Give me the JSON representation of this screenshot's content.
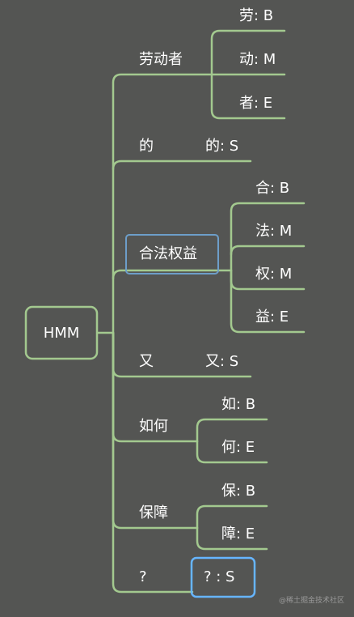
{
  "root": {
    "label": "HMM"
  },
  "branches": [
    {
      "label": "劳动者",
      "leaves": [
        "劳: B",
        "动: M",
        "者: E"
      ]
    },
    {
      "label": "的",
      "leaves": [
        "的: S"
      ]
    },
    {
      "label": "合法权益",
      "leaves": [
        "合: B",
        "法: M",
        "权: M",
        "益: E"
      ]
    },
    {
      "label": "又",
      "leaves": [
        "又: S"
      ]
    },
    {
      "label": "如何",
      "leaves": [
        "如: B",
        "何: E"
      ]
    },
    {
      "label": "保障",
      "leaves": [
        "保: B",
        "障: E"
      ]
    },
    {
      "label": "?",
      "leaves": [
        "? : S"
      ]
    }
  ],
  "watermark": "@稀土掘金技术社区",
  "colors": {
    "background": "#545553",
    "edge": "#a3c98f",
    "root_border": "#a3c98f",
    "selected_border": "#6d9ec9",
    "highlight_border": "#66b5ff",
    "text": "#ffffff"
  }
}
